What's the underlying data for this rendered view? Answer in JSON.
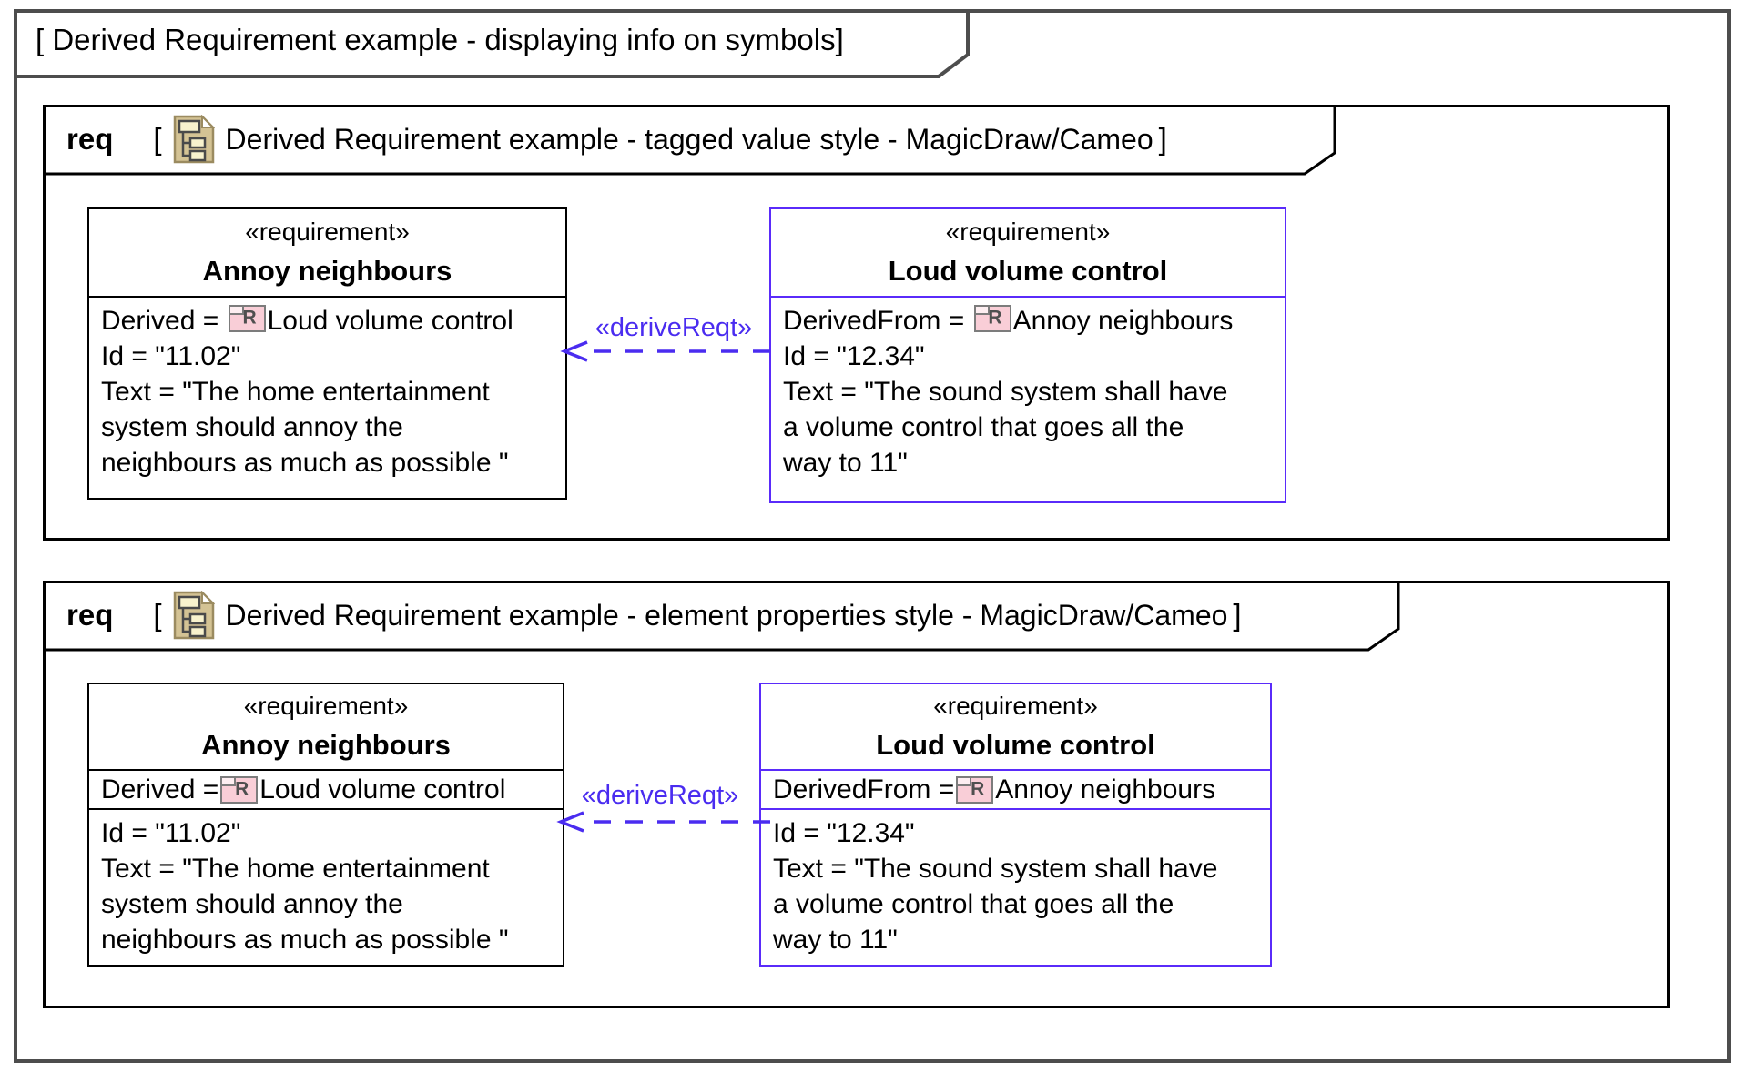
{
  "outer": {
    "title": "[ Derived Requirement example - displaying info on symbols]"
  },
  "frame1": {
    "keyword": "req",
    "open_bracket": "[",
    "close_bracket": "]",
    "title": "Derived Requirement example - tagged value style - MagicDraw/Cameo",
    "connector_label": "«deriveReqt»",
    "left": {
      "stereotype": "«requirement»",
      "name": "Annoy neighbours",
      "prop_label": "Derived = ",
      "prop_value": "Loud volume control",
      "body": "Id = \"11.02\"\nText = \"The home entertainment\nsystem should annoy the\nneighbours as much as possible \""
    },
    "right": {
      "stereotype": "«requirement»",
      "name": "Loud volume control",
      "prop_label": "DerivedFrom = ",
      "prop_value": "Annoy neighbours",
      "body": "Id = \"12.34\"\nText = \"The sound system shall have\na volume control that goes all the\nway to 11\""
    }
  },
  "frame2": {
    "keyword": "req",
    "open_bracket": "[",
    "close_bracket": "]",
    "title": "Derived Requirement example - element properties style - MagicDraw/Cameo",
    "connector_label": "«deriveReqt»",
    "left": {
      "stereotype": "«requirement»",
      "name": "Annoy neighbours",
      "prop_label": "Derived = ",
      "prop_value": "Loud volume control",
      "body": "Id = \"11.02\"\nText = \"The home entertainment\nsystem should annoy the\nneighbours as much as possible \""
    },
    "right": {
      "stereotype": "«requirement»",
      "name": "Loud volume control",
      "prop_label": "DerivedFrom = ",
      "prop_value": "Annoy neighbours",
      "body": "Id = \"12.34\"\nText = \"The sound system shall have\na volume control that goes all the\nway to 11\""
    }
  },
  "icons": {
    "requirement_badge_letter": "R"
  },
  "colors": {
    "frame_gray": "#4d4d4d",
    "box_black": "#000000",
    "accent_blue_border": "#5a2bfa",
    "connector_blue": "#4a2cf0",
    "diagram_icon_tan": "#d4c394",
    "diagram_icon_paper": "#f8f2cd",
    "badge_pink": "#f9ced7"
  }
}
